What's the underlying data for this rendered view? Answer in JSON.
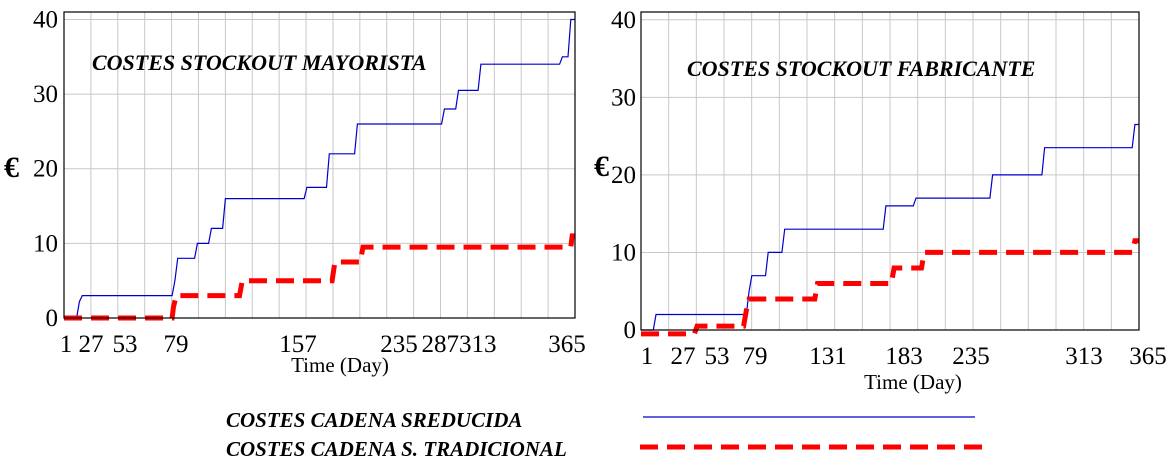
{
  "chart_data": [
    {
      "type": "line",
      "title": "COSTES STOCKOUT MAYORISTA",
      "xlabel": "Time (Day)",
      "ylabel": "€",
      "x_ticks": [
        "1",
        "27",
        "53",
        "79",
        "157",
        "235",
        "287313",
        "365"
      ],
      "y_ticks": [
        "0",
        "10",
        "20",
        "30",
        "40"
      ],
      "xlim": [
        1,
        365
      ],
      "ylim": [
        0,
        41
      ],
      "grid": true,
      "series": [
        {
          "name": "COSTES CADENA SREDUCIDA",
          "color": "#0000cc",
          "style": "solid",
          "x": [
            1,
            10,
            12,
            14,
            78,
            80,
            82,
            94,
            96,
            104,
            106,
            114,
            116,
            172,
            174,
            188,
            190,
            208,
            210,
            270,
            272,
            280,
            282,
            296,
            298,
            354,
            356,
            360,
            362,
            365
          ],
          "y": [
            0,
            0,
            2.2,
            3,
            3,
            5,
            8,
            8,
            10,
            10,
            12,
            12,
            16,
            16,
            17.5,
            17.5,
            22,
            22,
            26,
            26,
            28,
            28,
            30.5,
            30.5,
            34,
            34,
            35,
            35,
            40,
            40
          ]
        },
        {
          "name": "COSTES CADENA S. TRADICIONAL",
          "color": "#ff0000",
          "style": "dashed",
          "x": [
            1,
            78,
            79,
            81,
            126,
            128,
            192,
            194,
            212,
            214,
            362,
            363,
            365
          ],
          "y": [
            0,
            0,
            1.5,
            3,
            3,
            5,
            5,
            7.5,
            7.5,
            9.5,
            9.5,
            11,
            11
          ]
        }
      ]
    },
    {
      "type": "line",
      "title": "COSTES STOCKOUT FABRICANTE",
      "xlabel": "Time (Day)",
      "ylabel": "€",
      "x_ticks": [
        "1",
        "27",
        "53",
        "79",
        "131",
        "183",
        "235",
        "313",
        "365"
      ],
      "y_ticks": [
        "0",
        "10",
        "20",
        "30",
        "40"
      ],
      "xlim": [
        1,
        365
      ],
      "ylim": [
        0,
        41
      ],
      "grid": true,
      "series": [
        {
          "name": "COSTES CADENA SREDUCIDA",
          "color": "#0000cc",
          "style": "solid",
          "x": [
            1,
            10,
            12,
            78,
            80,
            82,
            92,
            94,
            104,
            106,
            178,
            180,
            200,
            202,
            256,
            258,
            294,
            296,
            360,
            362,
            365
          ],
          "y": [
            0,
            0,
            2,
            2,
            5,
            7,
            7,
            10,
            10,
            13,
            13,
            16,
            16,
            17,
            17,
            20,
            20,
            23.5,
            23.5,
            26.5,
            26.5
          ],
          "legend_note": ""
        },
        {
          "name": "COSTES CADENA S. TRADICIONAL",
          "color": "#ff0000",
          "style": "dashed",
          "x": [
            1,
            40,
            42,
            76,
            78,
            80,
            128,
            130,
            184,
            186,
            206,
            208,
            360,
            362,
            365
          ],
          "y": [
            -0.5,
            -0.5,
            0.5,
            0.5,
            2.5,
            4,
            4,
            6,
            6,
            8,
            8,
            10,
            10,
            11.5,
            11.5
          ]
        }
      ]
    }
  ],
  "legend": {
    "items": [
      {
        "label": "COSTES CADENA SREDUCIDA",
        "color": "#0000cc",
        "style": "solid"
      },
      {
        "label": "COSTES CADENA S. TRADICIONAL",
        "color": "#ff0000",
        "style": "dashed"
      }
    ]
  }
}
